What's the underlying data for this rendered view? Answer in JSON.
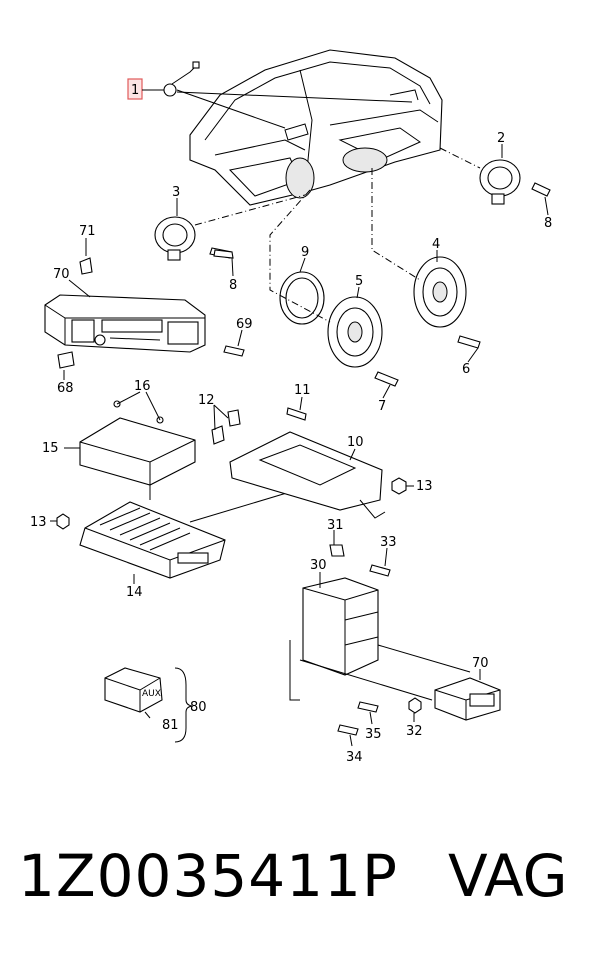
{
  "callouts": {
    "c1": "1",
    "c2": "2",
    "c3": "3",
    "c4": "4",
    "c5": "5",
    "c6": "6",
    "c7": "7",
    "c8a": "8",
    "c8b": "8",
    "c9": "9",
    "c10": "10",
    "c11": "11",
    "c12": "12",
    "c13a": "13",
    "c13b": "13",
    "c14": "14",
    "c15": "15",
    "c16": "16",
    "c30": "30",
    "c31": "31",
    "c32": "32",
    "c33": "33",
    "c34": "34",
    "c35": "35",
    "c68": "68",
    "c69": "69",
    "c70a": "70",
    "c70b": "70",
    "c71": "71",
    "c80": "80",
    "c81": "81"
  },
  "aux_label": "AUX",
  "highlight_color": "#e05a5a",
  "footer": {
    "part_number": "1Z0035411P",
    "brand": "VAG"
  }
}
